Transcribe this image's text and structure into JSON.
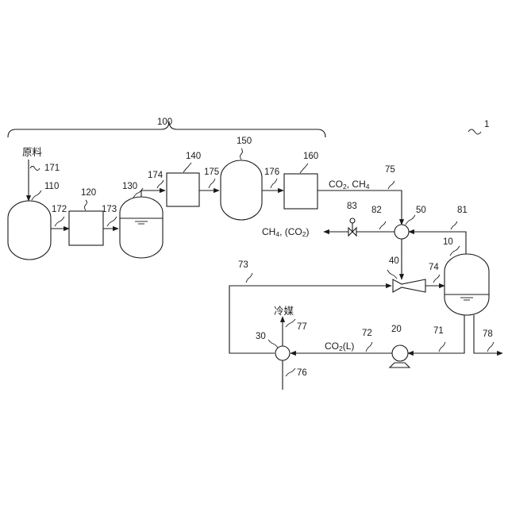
{
  "labels": {
    "raw_material": "原料",
    "refrigerant": "冷媒",
    "stream_co2_ch4": {
      "a": "CO",
      "a_sub": "2",
      "b": ", CH",
      "b_sub": "4"
    },
    "stream_ch4_co2": {
      "a": "CH",
      "a_sub": "4",
      "b": ", (CO",
      "b_sub": "2",
      "c": ")"
    },
    "stream_co2_liquid": {
      "a": "CO",
      "a_sub": "2",
      "b": "(L)"
    }
  },
  "refs": {
    "system": "1",
    "subsystem": "100",
    "tank_110": "110",
    "unit_120": "120",
    "tank_130": "130",
    "unit_140": "140",
    "tank_150": "150",
    "unit_160": "160",
    "line_171": "171",
    "line_172": "172",
    "line_173": "173",
    "line_174": "174",
    "line_175": "175",
    "line_176": "176",
    "line_75": "75",
    "line_82": "82",
    "valve_83": "83",
    "valve_50": "50",
    "line_81": "81",
    "tank_10": "10",
    "ejector_40": "40",
    "line_74": "74",
    "line_73": "73",
    "pump_20": "20",
    "line_71": "71",
    "line_72": "72",
    "hx_30": "30",
    "line_77": "77",
    "line_76": "76",
    "line_78": "78"
  }
}
